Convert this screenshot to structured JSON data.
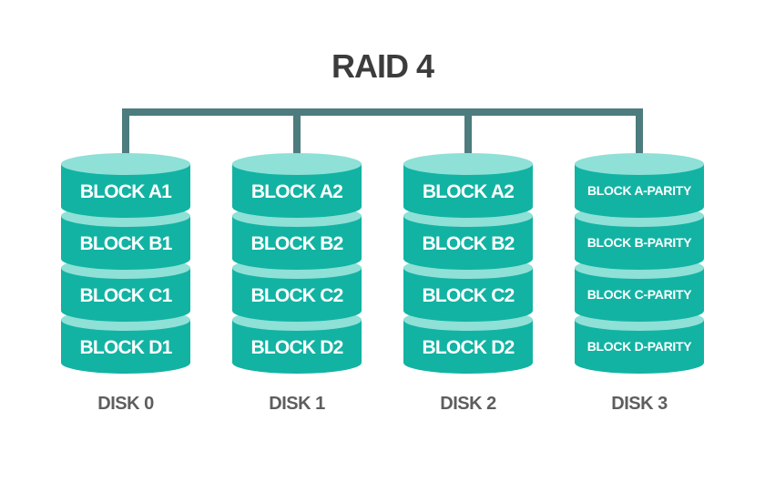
{
  "title": "RAID 4",
  "colors": {
    "connector": "#4c7c7d",
    "cylinder_body": "#12b3a3",
    "cylinder_top": "#8fe0d7",
    "cylinder_shade": "#0f9f91",
    "label_text": "#ffffff",
    "title_text": "#3c3c3c",
    "disk_label_text": "#5e5e5e"
  },
  "disks": [
    {
      "label": "DISK 0",
      "blocks": [
        "BLOCK A1",
        "BLOCK B1",
        "BLOCK C1",
        "BLOCK D1"
      ]
    },
    {
      "label": "DISK 1",
      "blocks": [
        "BLOCK A2",
        "BLOCK B2",
        "BLOCK C2",
        "BLOCK D2"
      ]
    },
    {
      "label": "DISK 2",
      "blocks": [
        "BLOCK A2",
        "BLOCK B2",
        "BLOCK C2",
        "BLOCK D2"
      ]
    },
    {
      "label": "DISK 3",
      "blocks": [
        "BLOCK A-PARITY",
        "BLOCK B-PARITY",
        "BLOCK C-PARITY",
        "BLOCK D-PARITY"
      ]
    }
  ]
}
